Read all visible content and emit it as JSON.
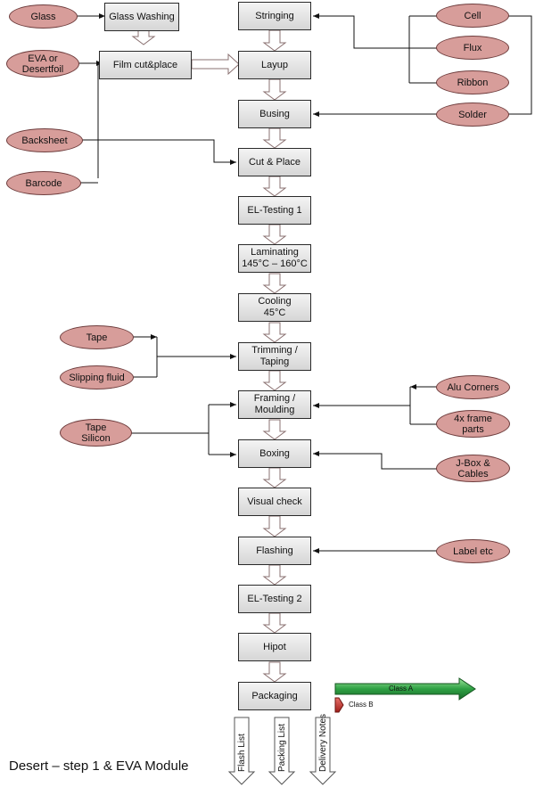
{
  "process": {
    "glass_washing": "Glass Washing",
    "film_cut_place": "Film cut&place",
    "stringing": "Stringing",
    "layup": "Layup",
    "busing": "Busing",
    "cut_place": "Cut & Place",
    "el_testing_1": "EL-Testing 1",
    "laminating": "Laminating\n145°C – 160°C",
    "cooling": "Cooling\n45°C",
    "trimming": "Trimming /\nTaping",
    "framing": "Framing /\nMoulding",
    "boxing": "Boxing",
    "visual_check": "Visual check",
    "flashing": "Flashing",
    "el_testing_2": "EL-Testing 2",
    "hipot": "Hipot",
    "packaging": "Packaging"
  },
  "inputs": {
    "glass": "Glass",
    "eva": "EVA or\nDesertfoil",
    "backsheet": "Backsheet",
    "barcode": "Barcode",
    "cell": "Cell",
    "flux": "Flux",
    "ribbon": "Ribbon",
    "solder": "Solder",
    "tape": "Tape",
    "slipping_fluid": "Slipping fluid",
    "tape_silicon": "Tape\nSilicon",
    "alu_corners": "Alu Corners",
    "frame_parts": "4x frame\nparts",
    "jbox": "J-Box &\nCables",
    "label": "Label etc"
  },
  "outputs": {
    "flash_list": "Flash List",
    "packing_list": "Packing List",
    "delivery_notes": "Delivery Notes"
  },
  "classes": {
    "class_a": "Class A",
    "class_b": "Class B"
  },
  "caption": "Desert – step 1 & EVA Module",
  "colors": {
    "input_fill": "#d79d9a",
    "class_a_arrow": "#2ea043",
    "class_b_arrow": "#c0302a"
  }
}
